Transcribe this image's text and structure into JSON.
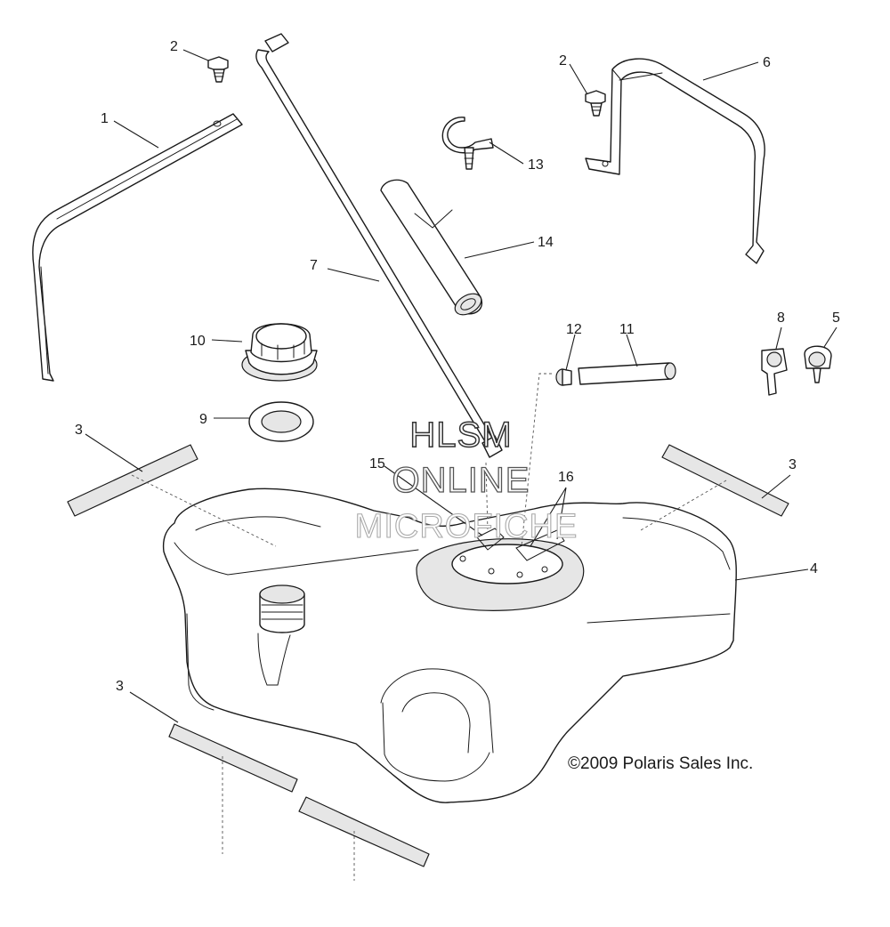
{
  "watermark": {
    "line1": "HLSM",
    "line2": "ONLINE",
    "line3": "MICROFICHE"
  },
  "copyright": "©2009 Polaris Sales Inc.",
  "callouts": {
    "c1": "1",
    "c2a": "2",
    "c2b": "2",
    "c3a": "3",
    "c3b": "3",
    "c3c": "3",
    "c4": "4",
    "c5": "5",
    "c6": "6",
    "c7": "7",
    "c8": "8",
    "c9": "9",
    "c10": "10",
    "c11": "11",
    "c12": "12",
    "c13": "13",
    "c14": "14",
    "c15": "15",
    "c16": "16"
  },
  "colors": {
    "line": "#1a1a1a",
    "background": "#ffffff"
  }
}
